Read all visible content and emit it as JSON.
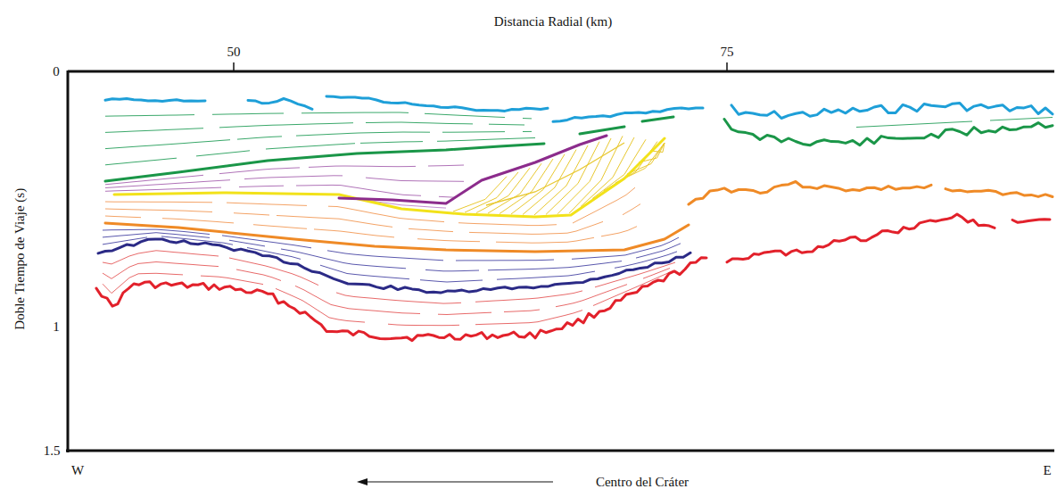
{
  "diagram": {
    "labels": [
      "Distancia Radial (km)",
      "50",
      "75",
      "0",
      "Doble Tiempo de Viaje (s)",
      "1",
      "1.5",
      "W",
      "E",
      "Centro del Cráter"
    ]
  }
}
